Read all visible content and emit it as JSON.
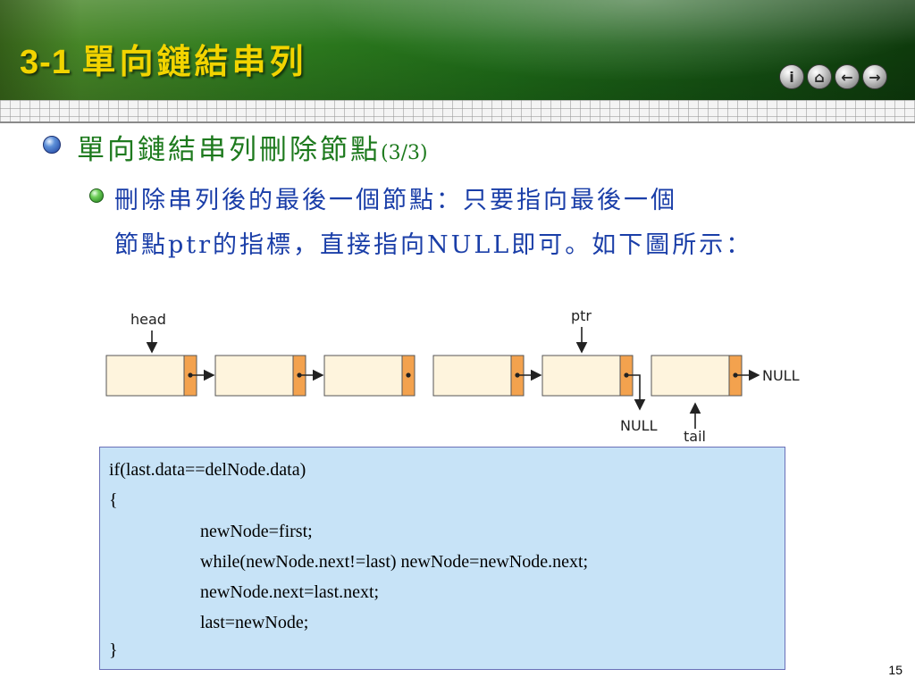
{
  "slide": {
    "title_num": "3-1",
    "title_text": "單向鏈結串列",
    "nav_icons": [
      "info-icon",
      "home-icon",
      "back-arrow-icon",
      "forward-arrow-icon"
    ],
    "accent_color": "#f2d400",
    "page_number": "15"
  },
  "bullets": {
    "level1_text": "單向鏈結串列刪除節點",
    "level1_suffix": "(3/3)",
    "level2_line1": "刪除串列後的最後一個節點：只要指向最後一個",
    "level2_line2": "節點ptr的指標，直接指向NULL即可。如下圖所示："
  },
  "diagram": {
    "head_label": "head",
    "ptr_label": "ptr",
    "null_right": "NULL",
    "null_below": "NULL",
    "tail_label": "tail",
    "node_count": 6
  },
  "code": {
    "lines": [
      "if(last.data==delNode.data)",
      "{",
      "newNode=first;",
      "while(newNode.next!=last) newNode=newNode.next;",
      "newNode.next=last.next;",
      "last=newNode;",
      "}"
    ]
  }
}
